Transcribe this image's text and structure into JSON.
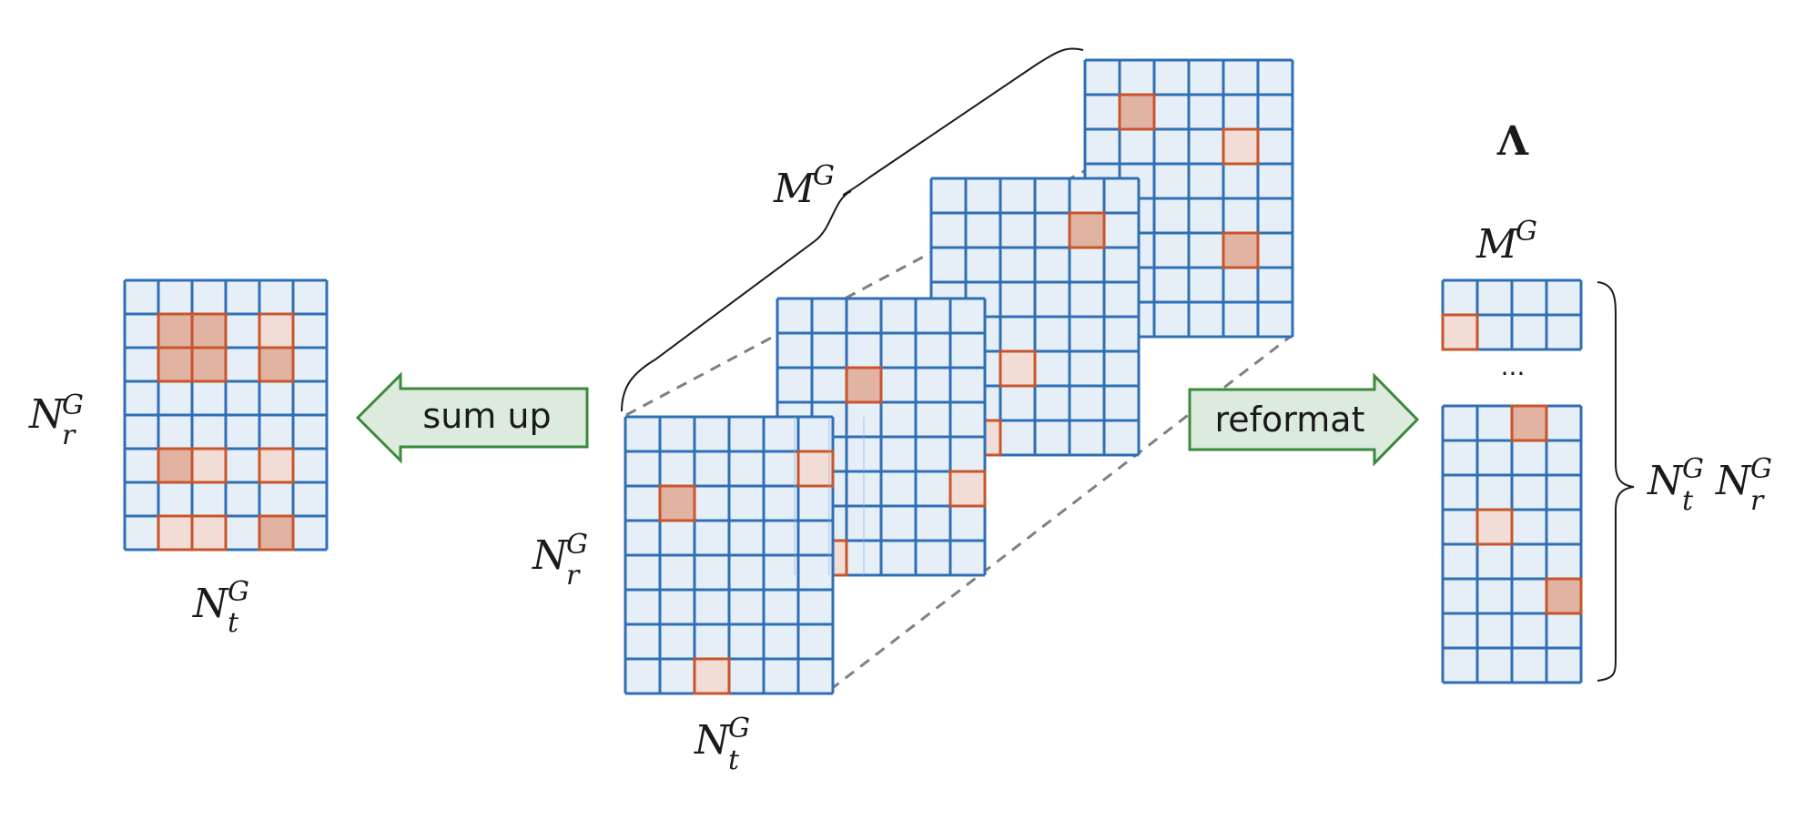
{
  "labels": {
    "sum_arrow": "sum up",
    "reformat_arrow": "reformat",
    "lambda": "Λ",
    "dots": "···"
  },
  "math": {
    "N_r_G": {
      "base": "N",
      "sub": "r",
      "sup": "G"
    },
    "N_t_G": {
      "base": "N",
      "sub": "t",
      "sup": "G"
    },
    "M_G": {
      "base": "M",
      "sup": "G"
    },
    "NtNr_G": {
      "base1": "N",
      "sub1": "t",
      "sup1": "G",
      "base2": "N",
      "sub2": "r",
      "sup2": "G"
    }
  },
  "colors": {
    "cell_fill": "#e6eff7",
    "grid_line": "#2f6fb5",
    "highlight_stroke": "#c8552b",
    "highlight_dark": "#e0b3a2",
    "highlight_light": "#f2ddd6",
    "arrow_fill": "#dcebdd",
    "arrow_stroke": "#3b8a3b",
    "dashed": "#808080"
  }
}
